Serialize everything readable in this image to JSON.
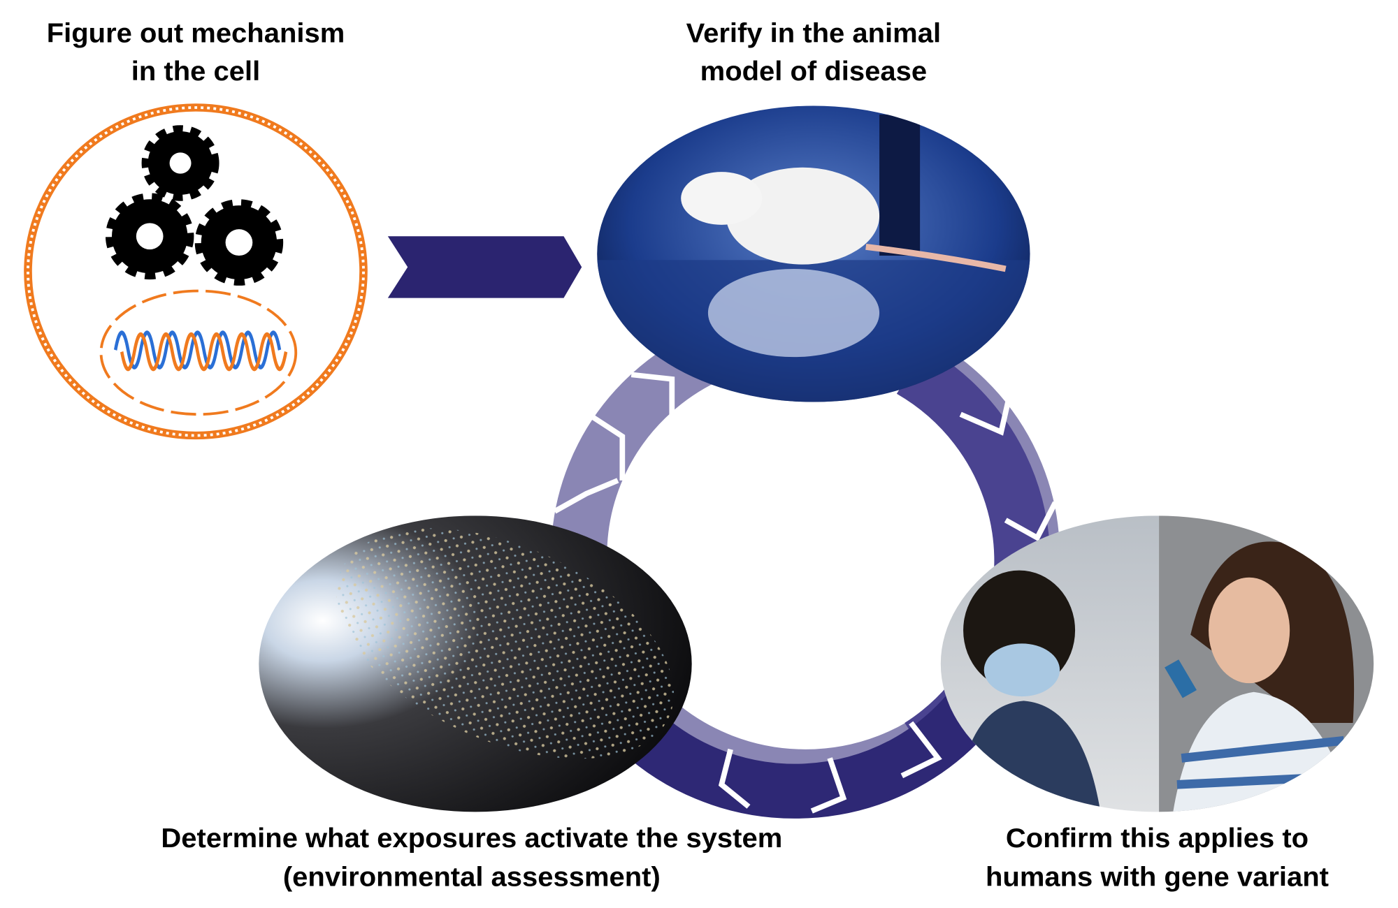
{
  "steps": [
    {
      "id": "cell",
      "line1": "Figure out mechanism",
      "line2": "in the cell"
    },
    {
      "id": "animal",
      "line1": "Verify in the animal",
      "line2": "model of disease"
    },
    {
      "id": "exposure",
      "line1": "Determine what exposures activate the system",
      "line2": "(environmental assessment)"
    },
    {
      "id": "humans",
      "line1": "Confirm this applies to",
      "line2": "humans with gene variant"
    }
  ],
  "icons": {
    "cell": "cell-membrane-icon",
    "gears": "gears-icon",
    "dna": "dna-helix-icon",
    "arrow": "chevron-arrow-icon"
  },
  "colors": {
    "arrow": "#2b2470",
    "ring_dark": "#2e2875",
    "ring_mid": "#4a4390",
    "ring_light": "#8a86b4",
    "membrane": "#f07a1e",
    "dna_blue": "#2a6fd6",
    "dna_orange": "#f07a1e"
  }
}
